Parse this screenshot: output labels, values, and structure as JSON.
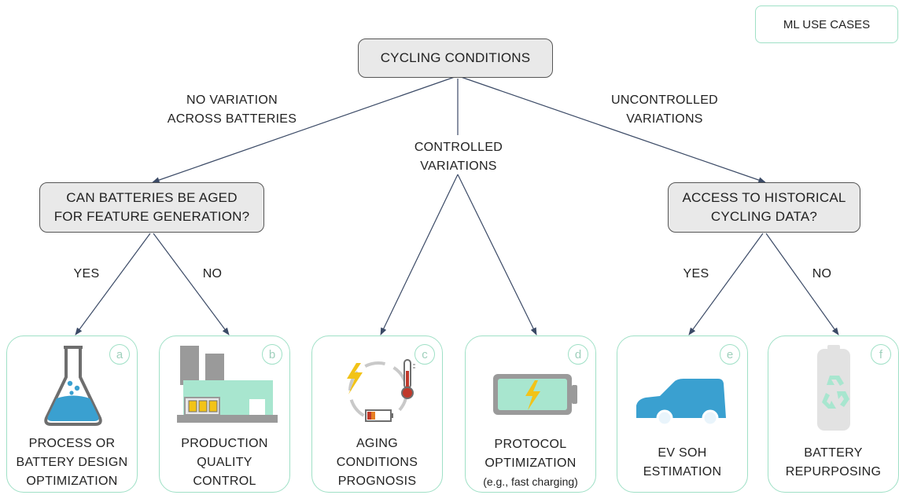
{
  "legend": "ML USE CASES",
  "root": "CYCLING CONDITIONS",
  "branches": {
    "left": "NO VARIATION\nACROSS BATTERIES",
    "middle": "CONTROLLED\nVARIATIONS",
    "right": "UNCONTROLLED\nVARIATIONS"
  },
  "questions": {
    "left": "CAN BATTERIES BE AGED\nFOR FEATURE GENERATION?",
    "right": "ACCESS TO HISTORICAL\nCYCLING DATA?"
  },
  "answers": {
    "left_yes": "YES",
    "left_no": "NO",
    "right_yes": "YES",
    "right_no": "NO"
  },
  "cards": [
    {
      "badge": "a",
      "icon": "flask-icon",
      "title": "PROCESS OR\nBATTERY DESIGN\nOPTIMIZATION",
      "subtitle": ""
    },
    {
      "badge": "b",
      "icon": "factory-icon",
      "title": "PRODUCTION\nQUALITY\nCONTROL",
      "subtitle": ""
    },
    {
      "badge": "c",
      "icon": "aging-cycle-icon",
      "title": "AGING\nCONDITIONS\nPROGNOSIS",
      "subtitle": ""
    },
    {
      "badge": "d",
      "icon": "charging-battery-icon",
      "title": "PROTOCOL\nOPTIMIZATION",
      "subtitle": "(e.g., fast charging)"
    },
    {
      "badge": "e",
      "icon": "electric-vehicle-icon",
      "title": "EV SOH\nESTIMATION",
      "subtitle": ""
    },
    {
      "badge": "f",
      "icon": "recycled-battery-icon",
      "title": "BATTERY\nREPURPOSING",
      "subtitle": ""
    }
  ],
  "colors": {
    "accent": "#9fe0c6",
    "node_fill": "#e9e9e9",
    "edge": "#3b4a66",
    "liquid": "#3aa0d0",
    "battery_green": "#a8e6cf",
    "bolt": "#f2c318",
    "thermo_red": "#c0392b"
  }
}
